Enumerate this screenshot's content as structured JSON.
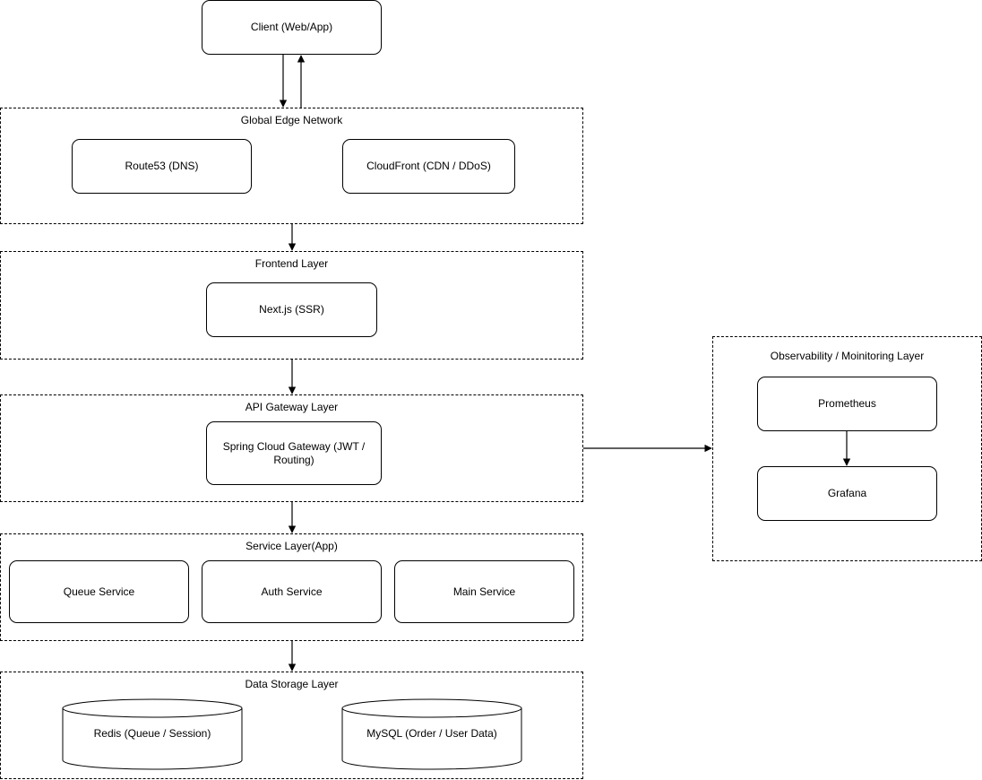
{
  "client": {
    "label": "Client (Web/App)"
  },
  "edge_network": {
    "title": "Global Edge Network",
    "route53": "Route53 (DNS)",
    "cloudfront": "CloudFront (CDN / DDoS)"
  },
  "frontend": {
    "title": "Frontend Layer",
    "nextjs": "Next.js (SSR)"
  },
  "gateway": {
    "title": "API Gateway Layer",
    "spring": "Spring Cloud Gateway (JWT / Routing)"
  },
  "service": {
    "title": "Service Layer(App)",
    "queue": "Queue Service",
    "auth": "Auth Service",
    "main": "Main Service"
  },
  "storage": {
    "title": "Data Storage Layer",
    "redis": "Redis (Queue / Session)",
    "mysql": "MySQL (Order / User Data)"
  },
  "observability": {
    "title": "Observability / Moinitoring Layer",
    "prometheus": "Prometheus",
    "grafana": "Grafana"
  }
}
